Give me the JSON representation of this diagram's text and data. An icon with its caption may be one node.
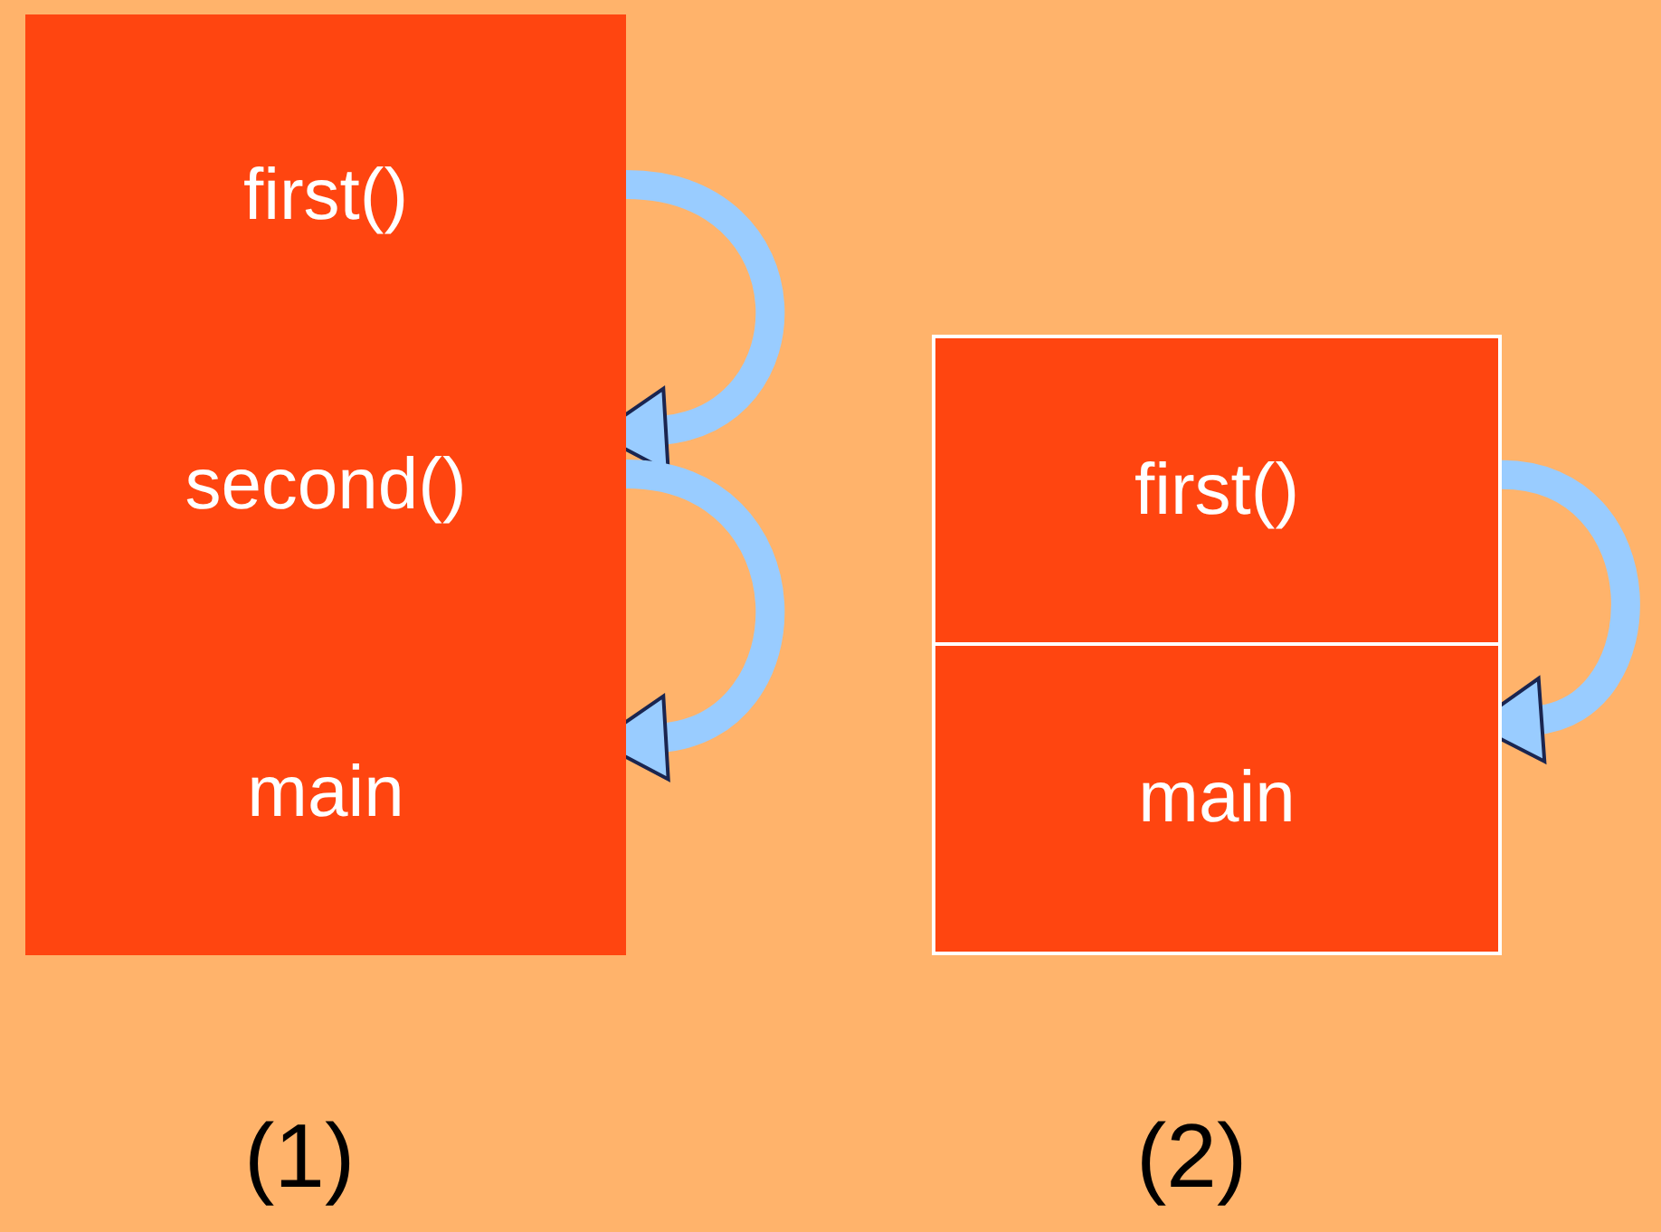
{
  "diagram": {
    "nodes": [
      {
        "text": [],
        "shape": "box"
      },
      {
        "text": [
          "first()"
        ],
        "in": 0
      },
      {
        "text": [
          "second()"
        ],
        "in": 0
      },
      {
        "text": [
          "main"
        ],
        "in": 0
      },
      {
        "text": [
          "first()"
        ]
      },
      {
        "text": [
          "main"
        ]
      }
    ],
    "edges": [
      {
        "from": 1,
        "to": 2,
        "arrow": "to"
      },
      {
        "from": 2,
        "to": 3,
        "arrow": "to"
      },
      {
        "from": 4,
        "to": 5,
        "arrow": "to"
      }
    ],
    "labels": [
      "(1)",
      "(2)"
    ]
  }
}
